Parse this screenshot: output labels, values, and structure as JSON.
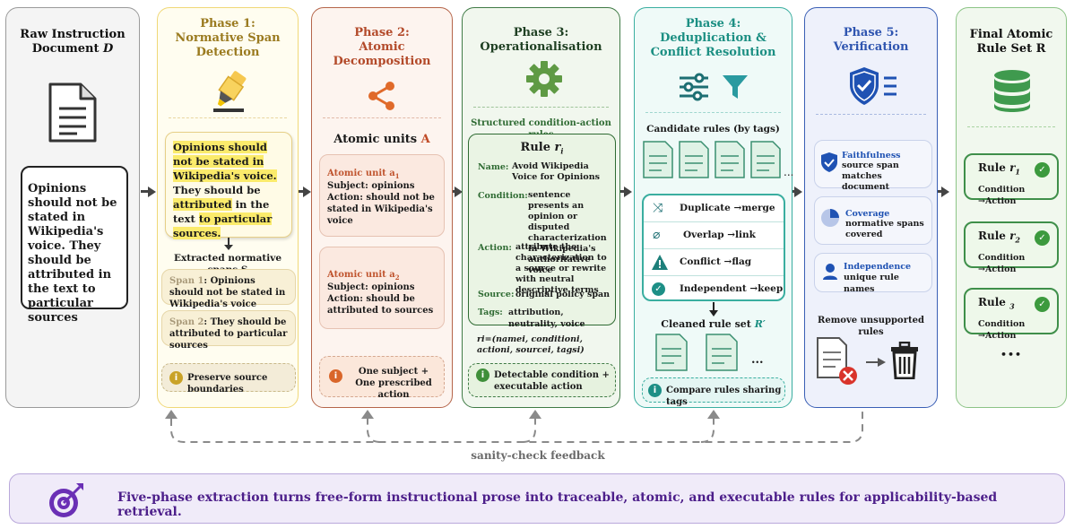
{
  "raw": {
    "title_line1": "Raw Instruction",
    "title_line2": "Document ",
    "title_var": "D",
    "text": "Opinions should not be stated in Wikipedia's voice. They should be attributed in the text to particular sources"
  },
  "phase1": {
    "title_line1": "Phase 1:",
    "title_line2": "Normative Span",
    "title_line3": "Detection",
    "hl1": "Opinions should not be stated in Wikipedia's voice.",
    "mid": "They should be",
    "hl2": "attributed",
    "mid2": "in the text",
    "hl3": "to particular sources.",
    "extracted": "Extracted normative spans S",
    "span1_label": "Span 1",
    "span1_text": ": Opinions should not be stated in Wikipedia's voice",
    "span2_label": "Span 2",
    "span2_text": ": They should be attributed to particular sources",
    "note": "Preserve source boundaries"
  },
  "phase2": {
    "title_line1": "Phase 2:",
    "title_line2": "Atomic Decomposition",
    "units_label": "Atomic units ",
    "units_var": "A",
    "unit1_title": "Atomic unit a",
    "unit1_sub": "1",
    "unit1_subject": "Subject: opinions",
    "unit1_action": "Action: should not be stated in Wikipedia's voice",
    "unit2_title": "Atomic unit a",
    "unit2_sub": "2",
    "unit2_subject": "Subject: opinions",
    "unit2_action": "Action: should be attributed to sources",
    "note": "One subject + One prescribed action"
  },
  "phase3": {
    "title_line1": "Phase 3:",
    "title_line2": "Operationalisation",
    "structured": "Structured condition-action rules",
    "rule_label": "Rule ",
    "rule_var": "r",
    "rule_sub": "i",
    "name_key": "Name:",
    "name_val": "Avoid Wikipedia Voice for Opinions",
    "cond_key": "Condition:",
    "cond_val": "sentence presents an opinion or disputed characterization in Wikipedia's authoritative voice",
    "action_key": "Action:",
    "action_val": "attribute the characterization to a source or rewrite with neutral descriptive terms",
    "source_key": "Source:",
    "source_val": "original policy span",
    "tags_key": "Tags:",
    "tags_val": "attribution, neutrality, voice",
    "formula": "ri=(namei, conditioni, actioni, sourcei, tagsi)",
    "note": "Detectable condition + executable action"
  },
  "phase4": {
    "title_line1": "Phase 4:",
    "title_line2": "Deduplication &",
    "title_line3": "Conflict Resolution",
    "candidate": "Candidate rules (by tags)",
    "ops": [
      {
        "label": "Duplicate →merge",
        "icon": "shuffle-icon"
      },
      {
        "label": "Overlap →link",
        "icon": "paperclip-icon"
      },
      {
        "label": "Conflict →flag",
        "icon": "warning-icon"
      },
      {
        "label": "Independent →keep",
        "icon": "check-icon"
      }
    ],
    "cleaned": "Cleaned rule set ",
    "cleaned_var": "R′",
    "ellipsis": "...",
    "note": "Compare rules sharing tags"
  },
  "phase5": {
    "title_line1": "Phase 5:",
    "title_line2": "Verification",
    "checks": [
      {
        "title": "Faithfulness",
        "desc": "source span matches document"
      },
      {
        "title": "Coverage",
        "desc": "normative spans covered"
      },
      {
        "title": "Independence",
        "desc": "unique rule names"
      }
    ],
    "remove": "Remove unsupported rules"
  },
  "final": {
    "title_line1": "Final Atomic",
    "title_line2": "Rule Set R",
    "rules": [
      {
        "name": "Rule ",
        "var": "r",
        "sub": "1",
        "body": "Condition →Action"
      },
      {
        "name": "Rule ",
        "var": "r",
        "sub": "2",
        "body": "Condition →Action"
      },
      {
        "name": "Rule ",
        "var": "",
        "sub": "3",
        "body": "Condition →Action"
      }
    ],
    "more": "•••"
  },
  "feedback": "sanity-check feedback",
  "banner": "Five-phase extraction turns free-form instructional prose into traceable, atomic, and executable rules for applicability-based retrieval.",
  "colors": {
    "raw": "#888888",
    "phase1": "#f2d675",
    "phase2": "#b5654a",
    "phase3": "#3f7a45",
    "phase4": "#3aaea0",
    "phase5": "#3a5fb5",
    "final": "#6fae6a",
    "banner": "#4c1e8a"
  }
}
